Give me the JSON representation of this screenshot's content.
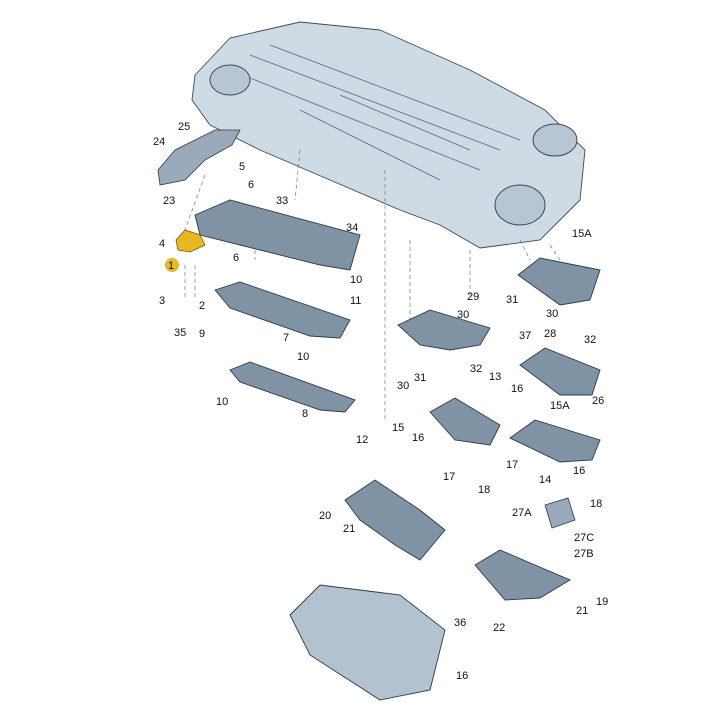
{
  "diagram": {
    "title": "Underbody protection panels - exploded parts view",
    "highlighted_part": "1",
    "highlight_color": "#e8b820",
    "labels": [
      "25",
      "24",
      "23",
      "5",
      "6",
      "33",
      "34",
      "4",
      "6",
      "3",
      "2",
      "10",
      "11",
      "35",
      "9",
      "7",
      "10",
      "10",
      "8",
      "12",
      "29",
      "30",
      "37",
      "31",
      "30",
      "28",
      "32",
      "15A",
      "32",
      "30",
      "31",
      "13",
      "16",
      "15A",
      "26",
      "15",
      "16",
      "17",
      "18",
      "17",
      "16",
      "14",
      "18",
      "20",
      "21",
      "27A",
      "27C",
      "27B",
      "19",
      "21",
      "22",
      "36",
      "16"
    ]
  }
}
